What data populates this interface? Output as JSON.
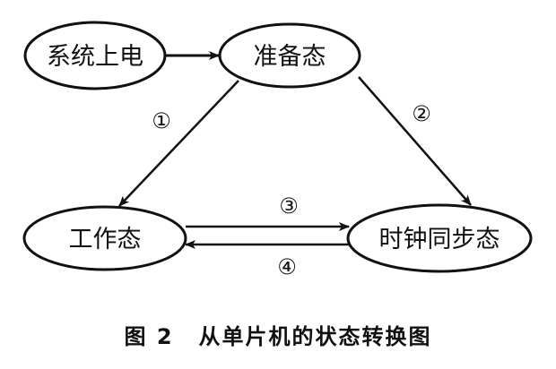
{
  "nodes": {
    "power_on": "系统上电",
    "ready": "准备态",
    "working": "工作态",
    "clock_sync": "时钟同步态"
  },
  "transitions": {
    "t1": "①",
    "t2": "②",
    "t3": "③",
    "t4": "④"
  },
  "caption": {
    "figure_number": "图 2",
    "title": "从单片机的状态转换图"
  }
}
